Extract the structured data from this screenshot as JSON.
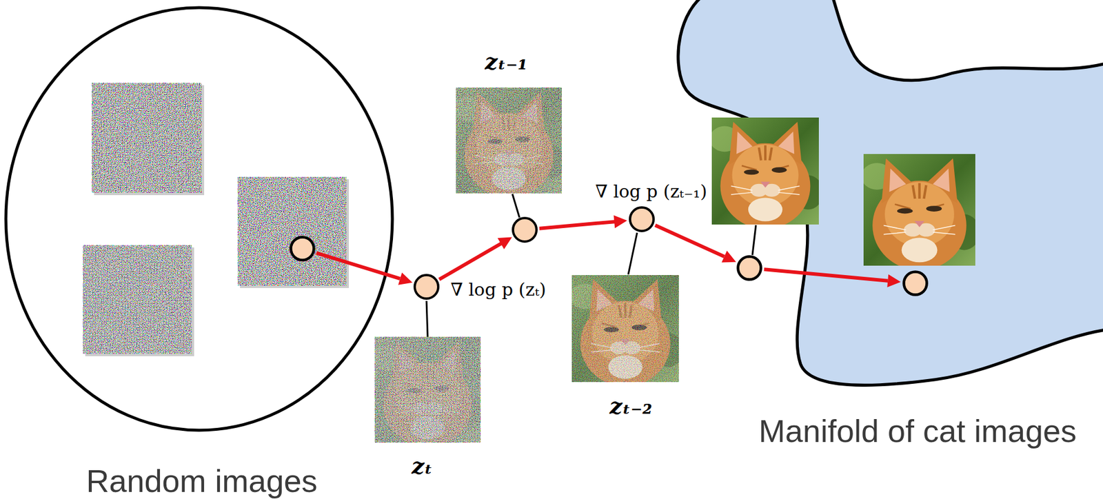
{
  "diagram": {
    "nodes": [
      {
        "text": [
          "Random images"
        ]
      },
      {
        "text": [
          "zₜ"
        ]
      },
      {
        "text": [
          "zₜ₋₁"
        ]
      },
      {
        "text": [
          "zₜ₋₂"
        ]
      },
      {
        "text": [
          "Manifold of cat images"
        ]
      }
    ],
    "edges": [
      {
        "from": 1,
        "to": 2,
        "arrow": "to"
      },
      {
        "from": 2,
        "to": 3,
        "arrow": "to"
      }
    ],
    "labels": [
      "∇ log p (zₜ)",
      "∇ log p (zₜ₋₁)"
    ]
  }
}
